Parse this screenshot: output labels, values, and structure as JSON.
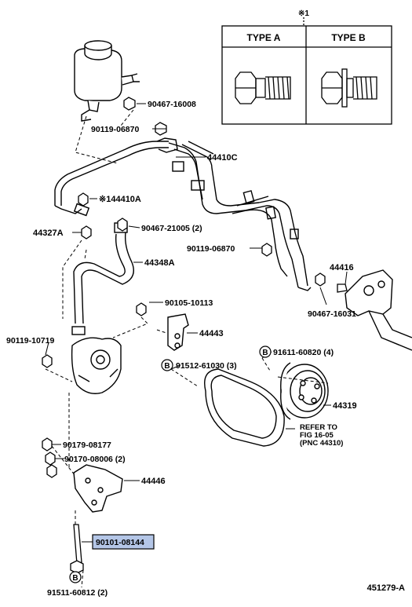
{
  "diagram": {
    "figure_id": "451279-A",
    "inset": {
      "note": "※1",
      "type_a": "TYPE  A",
      "type_b": "TYPE  B"
    },
    "labels": {
      "p90467_16008": "90467-16008",
      "p90119_06870_top": "90119-06870",
      "p44410C": "44410C",
      "p44410A": "※144410A",
      "p44327A": "44327A",
      "p90467_21005": "90467-21005 (2)",
      "p90119_06870_mid": "90119-06870",
      "p44348A": "44348A",
      "p44416": "44416",
      "p90105_10113": "90105-10113",
      "p90467_16031": "90467-16031",
      "p90119_10719": "90119-10719",
      "p44443": "44443",
      "p91611_60820": "91611-60820 (4)",
      "p91512_61030": "91512-61030 (3)",
      "p44319": "44319",
      "refer_1": "REFER TO",
      "refer_2": "FIG 16-05",
      "refer_3": "(PNC 44310)",
      "p90179_08177": "90179-08177",
      "p90170_08006": "90170-08006 (2)",
      "p44446": "44446",
      "p90101_08144": "90101-08144",
      "p91511_60812": "91511-60812 (2)",
      "circle_b": "B"
    },
    "highlight_color": "#b4c6e7"
  }
}
